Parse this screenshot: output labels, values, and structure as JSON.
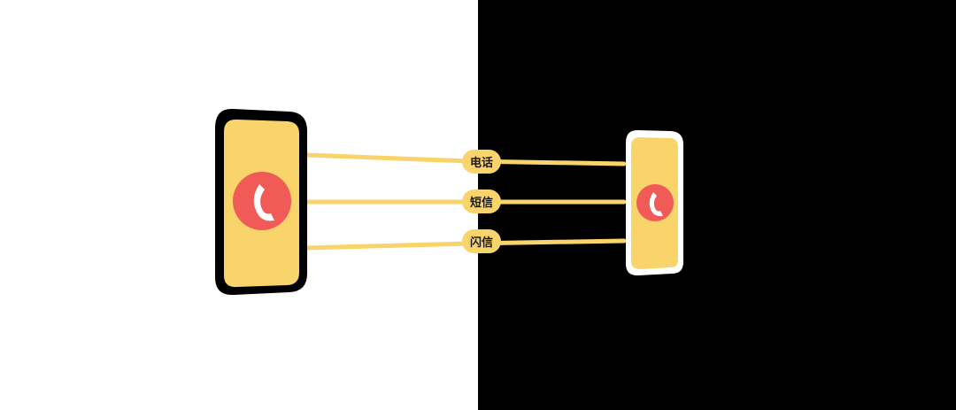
{
  "colors": {
    "background_left": "#ffffff",
    "background_right": "#000000",
    "accent_yellow": "#f8d46b",
    "call_red": "#f05a57",
    "handset_white": "#ffffff",
    "device_left_frame": "#000000",
    "device_right_frame": "#ffffff"
  },
  "devices": {
    "left": {
      "icon": "phone-handset-icon"
    },
    "right": {
      "icon": "phone-handset-icon"
    }
  },
  "links": [
    {
      "label": "电话"
    },
    {
      "label": "短信"
    },
    {
      "label": "闪信"
    }
  ]
}
